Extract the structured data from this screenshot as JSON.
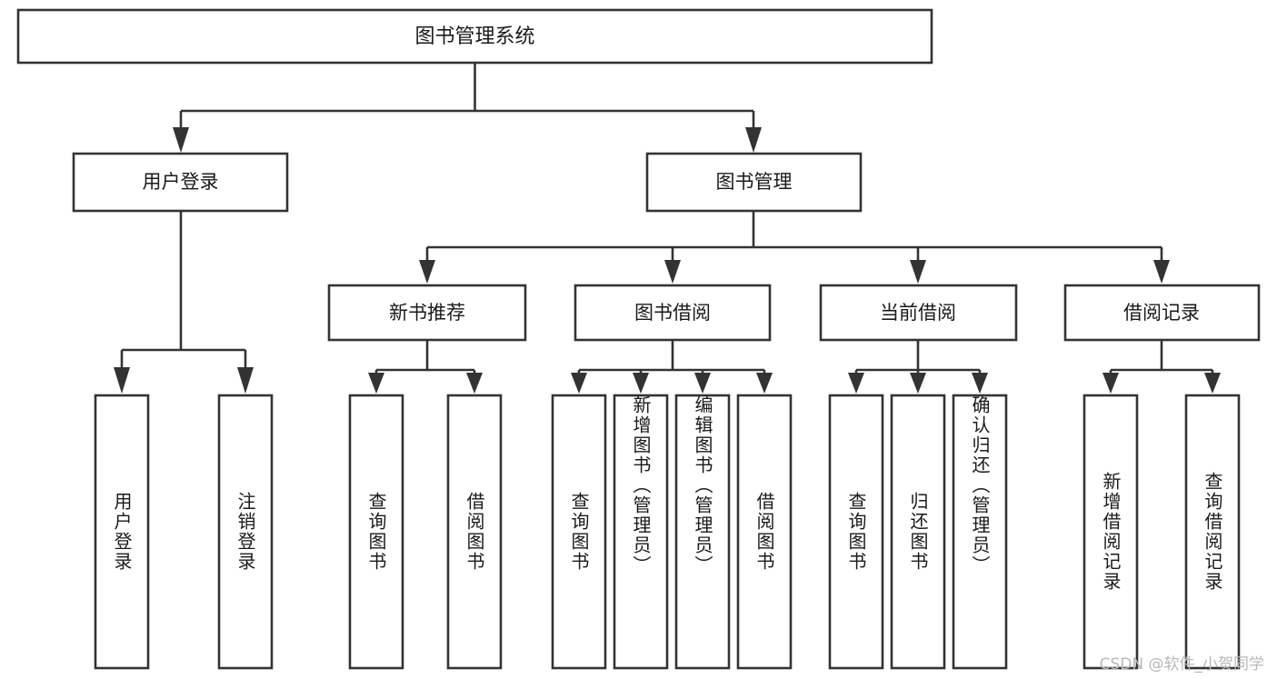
{
  "diagram": {
    "type": "tree-hierarchy-chart",
    "title_node": {
      "label": "图书管理系统"
    },
    "level2": [
      {
        "id": "user-login",
        "label": "用户登录"
      },
      {
        "id": "book-management",
        "label": "图书管理"
      }
    ],
    "level3": [
      {
        "id": "new-book-recommend",
        "label": "新书推荐",
        "parent": "book-management"
      },
      {
        "id": "book-borrow",
        "label": "图书借阅",
        "parent": "book-management"
      },
      {
        "id": "current-borrow",
        "label": "当前借阅",
        "parent": "book-management"
      },
      {
        "id": "borrow-record",
        "label": "借阅记录",
        "parent": "book-management"
      }
    ],
    "leaves": [
      {
        "id": "leaf-user-login",
        "label": "用户登录",
        "parent": "user-login"
      },
      {
        "id": "leaf-logout-login",
        "label": "注销登录",
        "parent": "user-login"
      },
      {
        "id": "leaf-query-book-1",
        "label": "查询图书",
        "parent": "new-book-recommend"
      },
      {
        "id": "leaf-borrow-book-1",
        "label": "借阅图书",
        "parent": "new-book-recommend"
      },
      {
        "id": "leaf-query-book-2",
        "label": "查询图书",
        "parent": "book-borrow"
      },
      {
        "id": "leaf-add-book",
        "label": "新增图书（管理员）",
        "parent": "book-borrow"
      },
      {
        "id": "leaf-edit-book",
        "label": "编辑图书（管理员）",
        "parent": "book-borrow"
      },
      {
        "id": "leaf-borrow-book-2",
        "label": "借阅图书",
        "parent": "book-borrow"
      },
      {
        "id": "leaf-query-book-3",
        "label": "查询图书",
        "parent": "current-borrow"
      },
      {
        "id": "leaf-return-book",
        "label": "归还图书",
        "parent": "current-borrow"
      },
      {
        "id": "leaf-confirm-return",
        "label": "确认归还（管理员）",
        "parent": "current-borrow"
      },
      {
        "id": "leaf-add-record",
        "label": "新增借阅记录",
        "parent": "borrow-record"
      },
      {
        "id": "leaf-query-record",
        "label": "查询借阅记录",
        "parent": "borrow-record"
      }
    ],
    "colors": {
      "box_stroke": "#333333",
      "box_fill": "#ffffff",
      "text": "#1a1a1a",
      "background": "#ffffff",
      "watermark": "#b8b8b8"
    }
  },
  "watermark": {
    "text": "CSDN @软件_小贺同学"
  }
}
